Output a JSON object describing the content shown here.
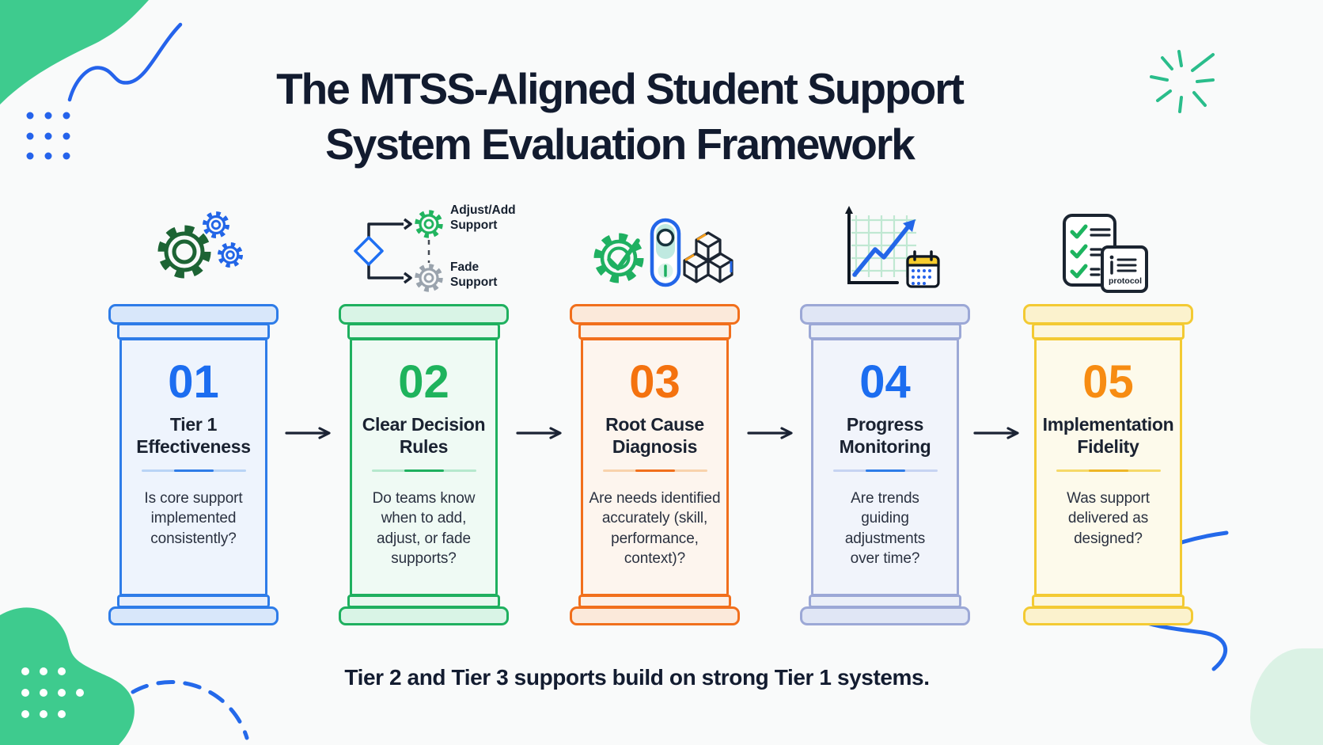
{
  "title": "The MTSS-Aligned Student Support\nSystem Evaluation Framework",
  "caption": "Tier 2 and Tier 3 supports build on strong Tier 1 systems.",
  "colors": {
    "background": "#f9fafa",
    "ink": "#131c30",
    "body_text": "#2a3140",
    "accent_green": "#3ecb8e",
    "accent_blue": "#2563eb",
    "arrow": "#1b2334"
  },
  "icons": {
    "gears": {
      "name": "gears-icon"
    },
    "decision": {
      "name": "decision-branch-icon",
      "adjust_label": "Adjust/Add\nSupport",
      "fade_label": "Fade\nSupport"
    },
    "diagnosis": {
      "name": "check-gear-toggle-cubes-icon"
    },
    "chart": {
      "name": "trend-chart-calendar-icon"
    },
    "checklist": {
      "name": "checklist-protocol-icon",
      "protocol_label": "protocol"
    }
  },
  "pillars": [
    {
      "number": "01",
      "title": "Tier 1\nEffectiveness",
      "question": "Is core support\nimplemented\nconsistently?",
      "colors": {
        "border": "#2e7ce8",
        "cap": "#d8e7fa",
        "mid": "#e7effc",
        "shaft": "#eef4fd",
        "number": "#1c6df0",
        "divider": "#b9d4f6",
        "divider_accent": "#2e7ce8"
      }
    },
    {
      "number": "02",
      "title": "Clear Decision\nRules",
      "question": "Do teams know\nwhen to add,\nadjust, or fade\nsupports?",
      "colors": {
        "border": "#1fb05f",
        "cap": "#d9f4e6",
        "mid": "#e8f8ef",
        "shaft": "#effaf4",
        "number": "#1eb35c",
        "divider": "#b5e8cd",
        "divider_accent": "#1fb05f"
      }
    },
    {
      "number": "03",
      "title": "Root Cause\nDiagnosis",
      "question": "Are needs identified\naccurately (skill,\nperformance,\ncontext)?",
      "colors": {
        "border": "#f16f1c",
        "cap": "#fbe9da",
        "mid": "#fcf0e6",
        "shaft": "#fdf5ee",
        "number": "#f4720f",
        "divider": "#f8d3ac",
        "divider_accent": "#f16f1c"
      }
    },
    {
      "number": "04",
      "title": "Progress\nMonitoring",
      "question": "Are trends\nguiding\nadjustments\nover time?",
      "colors": {
        "border": "#9ca8d6",
        "cap": "#e0e6f5",
        "mid": "#ebeff8",
        "shaft": "#f1f4fb",
        "number": "#1c6df0",
        "divider": "#c6d3f2",
        "divider_accent": "#2e7ce8"
      }
    },
    {
      "number": "05",
      "title": "Implementation\nFidelity",
      "question": "Was support\ndelivered as\ndesigned?",
      "colors": {
        "border": "#f3ca33",
        "cap": "#fbf2cd",
        "mid": "#fcf6dd",
        "shaft": "#fdfaeb",
        "number": "#f78c12",
        "divider": "#f6d969",
        "divider_accent": "#eeb627"
      }
    }
  ]
}
